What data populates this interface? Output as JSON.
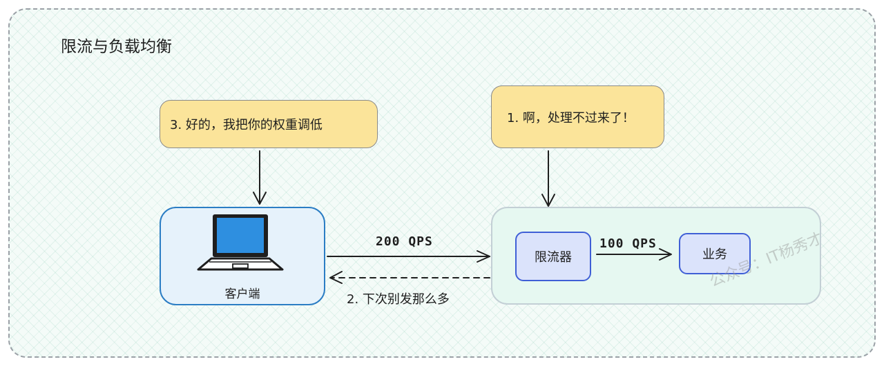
{
  "diagram": {
    "title": "限流与负载均衡",
    "notes": {
      "client_note": "3. 好的，我把你的权重调低",
      "server_note": "1. 啊，处理不过来了！"
    },
    "nodes": {
      "client": "客户端",
      "limiter": "限流器",
      "business": "业务"
    },
    "edges": {
      "client_to_server": "200 QPS",
      "limiter_to_business": "100 QPS",
      "server_to_client": "2. 下次别发那么多"
    },
    "watermark": "公众号：IT杨秀才"
  },
  "colors": {
    "note_fill": "#fbe49a",
    "client_fill": "#e6f2fb",
    "client_border": "#2b7dc4",
    "server_fill": "#e6f8f1",
    "inner_fill": "#dbe3fb",
    "inner_border": "#3f5fd6",
    "laptop_blue": "#2b7dc4"
  },
  "icons": {
    "client_icon": "laptop-icon"
  }
}
